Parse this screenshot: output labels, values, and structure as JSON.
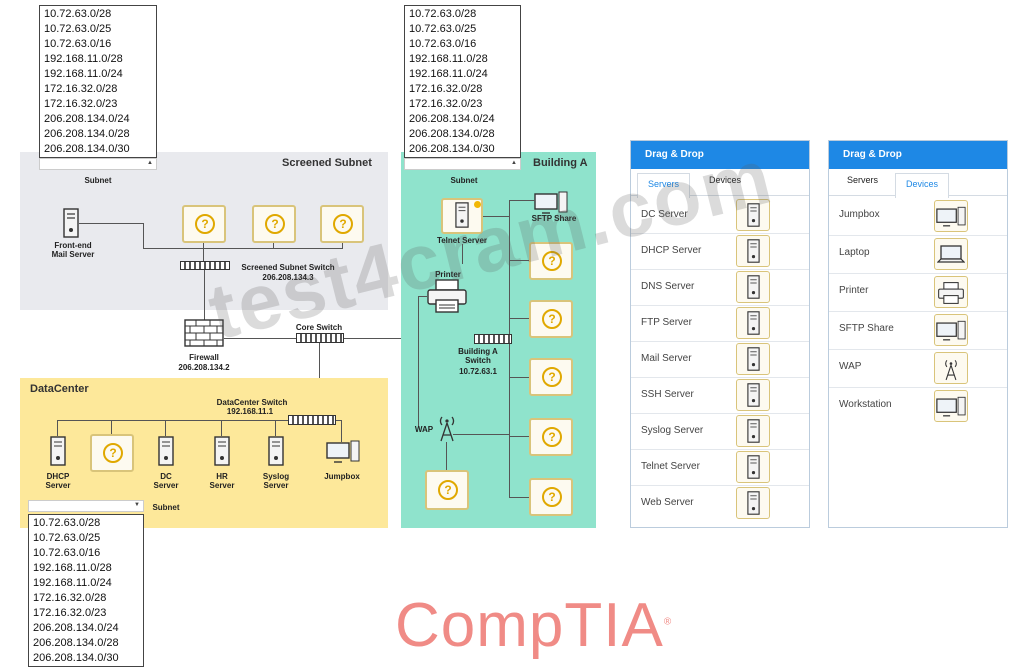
{
  "subnet_options": [
    "10.72.63.0/28",
    "10.72.63.0/25",
    "10.72.63.0/16",
    "192.168.11.0/28",
    "192.168.11.0/24",
    "172.16.32.0/28",
    "172.16.32.0/23",
    "206.208.134.0/24",
    "206.208.134.0/28",
    "206.208.134.0/30"
  ],
  "screened_subnet": {
    "title": "Screened Subnet",
    "subnet_label": "Subnet",
    "mail_server": "Front-end\nMail Server",
    "switch_label": "Screened Subnet Switch",
    "switch_ip": "206.208.134.3"
  },
  "core": {
    "firewall_label": "Firewall",
    "firewall_ip": "206.208.134.2",
    "core_switch_label": "Core Switch"
  },
  "datacenter": {
    "title": "DataCenter",
    "switch_label": "DataCenter Switch",
    "switch_ip": "192.168.11.1",
    "subnet_label": "Subnet",
    "devices": [
      "DHCP\nServer",
      "DC\nServer",
      "HR\nServer",
      "Syslog\nServer",
      "Jumpbox"
    ]
  },
  "building_a": {
    "title": "Building A",
    "subnet_label": "Subnet",
    "telnet": "Telnet Server",
    "sftp": "SFTP Share",
    "printer": "Printer",
    "switch_label": "Building A\nSwitch",
    "switch_ip": "10.72.63.1",
    "wap": "WAP"
  },
  "servers_panel": {
    "header": "Drag & Drop",
    "tabs": [
      "Servers",
      "Devices"
    ],
    "active_tab": "Servers",
    "items": [
      "DC Server",
      "DHCP Server",
      "DNS Server",
      "FTP Server",
      "Mail Server",
      "SSH Server",
      "Syslog Server",
      "Telnet Server",
      "Web Server"
    ]
  },
  "devices_panel": {
    "header": "Drag & Drop",
    "tabs": [
      "Servers",
      "Devices"
    ],
    "active_tab": "Devices",
    "items": [
      "Jumpbox",
      "Laptop",
      "Printer",
      "SFTP Share",
      "WAP",
      "Workstation"
    ]
  },
  "watermark": "test4cram.com",
  "brand": "CompTIA",
  "colors": {
    "accent": "#1e88e5",
    "datacenter_bg": "#fde89a",
    "building_bg": "#8fe3cc",
    "screened_bg": "#e9eaee",
    "qbox_border": "#d9c47a",
    "brand": "#f08b86"
  }
}
